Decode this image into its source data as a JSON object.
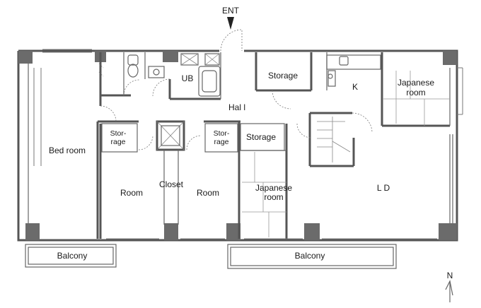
{
  "entrance": {
    "label": "ENT"
  },
  "rooms": {
    "bedroom": "Bed room",
    "ub": "UB",
    "storage_top": "Storage",
    "hall": "Hal l",
    "kitchen": "K",
    "japanese_right_1": "Japanese",
    "japanese_right_2": "room",
    "storage_left_1": "Stor-",
    "storage_left_2": "rage",
    "storage_mid_1": "Stor-",
    "storage_mid_2": "rage",
    "storage_center": "Storage",
    "room_left": "Room",
    "closet": "Closet",
    "room_mid": "Room",
    "japanese_center_1": "Japanese",
    "japanese_center_2": "room",
    "ld": "L D",
    "balcony_left": "Balcony",
    "balcony_right": "Balcony"
  },
  "compass": {
    "label": "N"
  }
}
